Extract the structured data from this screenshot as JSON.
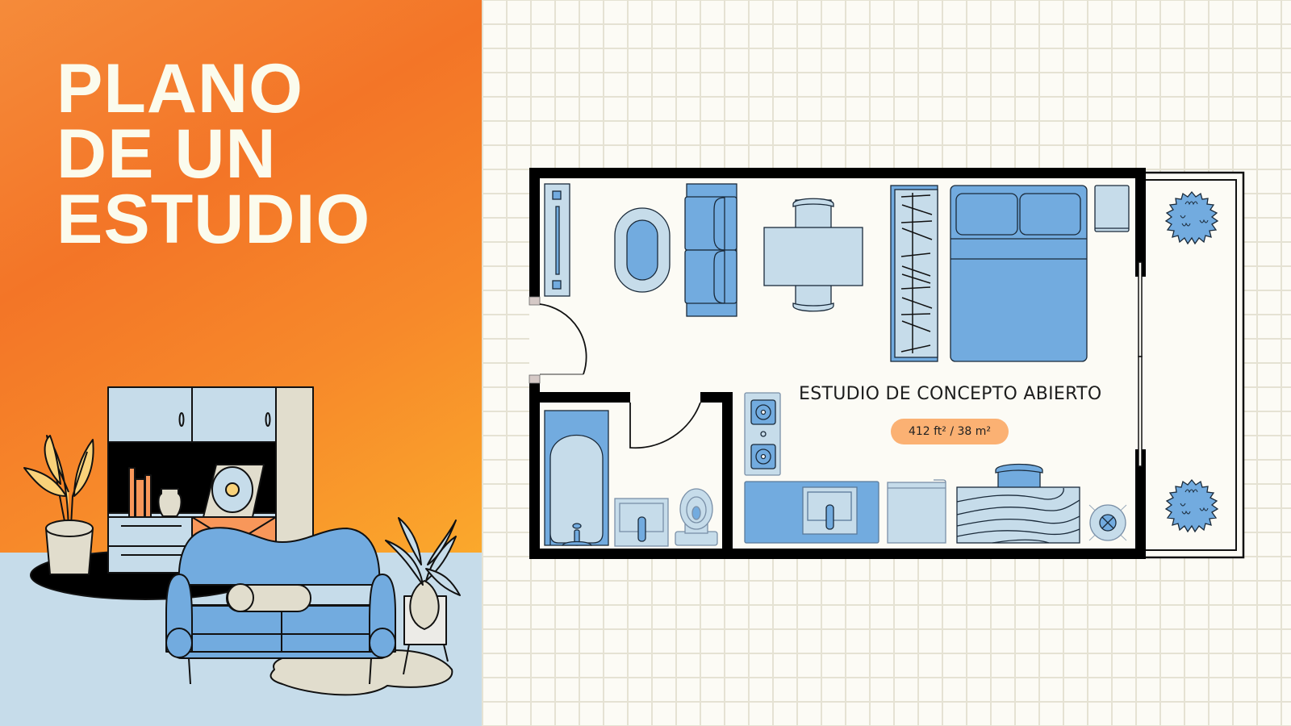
{
  "title": {
    "lines": [
      "PLANO",
      "DE UN",
      "ESTUDIO"
    ]
  },
  "floor_plan": {
    "room_label": "ESTUDIO DE CONCEPTO ABIERTO",
    "area_badge": "412 ft² / 38 m²",
    "rooms": [
      "living area",
      "dining area",
      "bedroom",
      "bathroom",
      "kitchen",
      "balcony"
    ],
    "furniture": [
      "tv-console",
      "oval-rug",
      "sofa",
      "dining-table-with-chairs",
      "wardrobe",
      "double-bed",
      "nightstand",
      "bathtub",
      "bathroom-sink",
      "toilet",
      "stove-cooktop",
      "kitchen-counter-sink",
      "fridge",
      "desk-with-chair",
      "floor-lamp",
      "balcony-plant-top",
      "balcony-plant-bottom"
    ]
  },
  "colors": {
    "orange": "#f37527",
    "orange_light": "#fcb22e",
    "cream": "#fcfbf5",
    "title_text": "#fbfbed",
    "blue_mid": "#72abdf",
    "blue_light": "#c6dcea",
    "wall": "#000000",
    "badge": "#fbb173",
    "beige": "#e1ddcd",
    "salmon": "#f8975a"
  }
}
